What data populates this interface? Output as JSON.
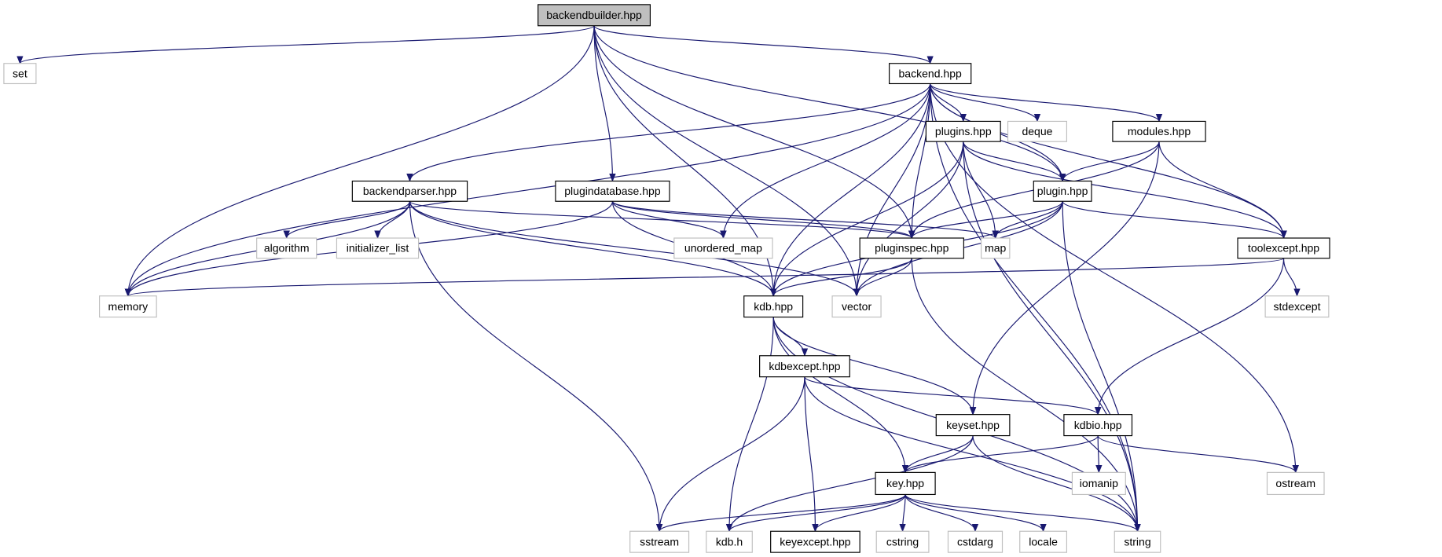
{
  "colors": {
    "edge": "#191970",
    "root_fill": "#bfbfbf",
    "project_border": "#000000",
    "system_border": "#bfbfbf",
    "background": "#ffffff"
  },
  "nodes": [
    {
      "id": "backendbuilder",
      "label": "backendbuilder.hpp",
      "kind": "root"
    },
    {
      "id": "set",
      "label": "set",
      "kind": "system"
    },
    {
      "id": "backend",
      "label": "backend.hpp",
      "kind": "project"
    },
    {
      "id": "plugins",
      "label": "plugins.hpp",
      "kind": "project"
    },
    {
      "id": "deque",
      "label": "deque",
      "kind": "system"
    },
    {
      "id": "modules",
      "label": "modules.hpp",
      "kind": "project"
    },
    {
      "id": "backendparser",
      "label": "backendparser.hpp",
      "kind": "project"
    },
    {
      "id": "plugindatabase",
      "label": "plugindatabase.hpp",
      "kind": "project"
    },
    {
      "id": "plugin",
      "label": "plugin.hpp",
      "kind": "project"
    },
    {
      "id": "algorithm",
      "label": "algorithm",
      "kind": "system"
    },
    {
      "id": "initializer_list",
      "label": "initializer_list",
      "kind": "system"
    },
    {
      "id": "unordered_map",
      "label": "unordered_map",
      "kind": "system"
    },
    {
      "id": "pluginspec",
      "label": "pluginspec.hpp",
      "kind": "project"
    },
    {
      "id": "map",
      "label": "map",
      "kind": "system"
    },
    {
      "id": "toolexcept",
      "label": "toolexcept.hpp",
      "kind": "project"
    },
    {
      "id": "memory",
      "label": "memory",
      "kind": "system"
    },
    {
      "id": "kdbhpp",
      "label": "kdb.hpp",
      "kind": "project"
    },
    {
      "id": "vector",
      "label": "vector",
      "kind": "system"
    },
    {
      "id": "stdexcept",
      "label": "stdexcept",
      "kind": "system"
    },
    {
      "id": "kdbexcept",
      "label": "kdbexcept.hpp",
      "kind": "project"
    },
    {
      "id": "keyset",
      "label": "keyset.hpp",
      "kind": "project"
    },
    {
      "id": "kdbio",
      "label": "kdbio.hpp",
      "kind": "project"
    },
    {
      "id": "key",
      "label": "key.hpp",
      "kind": "project"
    },
    {
      "id": "iomanip",
      "label": "iomanip",
      "kind": "system"
    },
    {
      "id": "ostream",
      "label": "ostream",
      "kind": "system"
    },
    {
      "id": "sstream",
      "label": "sstream",
      "kind": "system"
    },
    {
      "id": "kdbh",
      "label": "kdb.h",
      "kind": "system"
    },
    {
      "id": "keyexcept",
      "label": "keyexcept.hpp",
      "kind": "project"
    },
    {
      "id": "cstring",
      "label": "cstring",
      "kind": "system"
    },
    {
      "id": "cstdarg",
      "label": "cstdarg",
      "kind": "system"
    },
    {
      "id": "locale",
      "label": "locale",
      "kind": "system"
    },
    {
      "id": "string",
      "label": "string",
      "kind": "system"
    }
  ],
  "edges": [
    [
      "backendbuilder",
      "set"
    ],
    [
      "backendbuilder",
      "memory"
    ],
    [
      "backendbuilder",
      "kdbhpp"
    ],
    [
      "backendbuilder",
      "plugindatabase"
    ],
    [
      "backendbuilder",
      "vector"
    ],
    [
      "backendbuilder",
      "backend"
    ],
    [
      "backendbuilder",
      "plugin"
    ],
    [
      "backendbuilder",
      "pluginspec"
    ],
    [
      "backend",
      "memory"
    ],
    [
      "backend",
      "backendparser"
    ],
    [
      "backend",
      "kdbhpp"
    ],
    [
      "backend",
      "unordered_map"
    ],
    [
      "backend",
      "vector"
    ],
    [
      "backend",
      "pluginspec"
    ],
    [
      "backend",
      "plugins"
    ],
    [
      "backend",
      "deque"
    ],
    [
      "backend",
      "modules"
    ],
    [
      "backend",
      "plugin"
    ],
    [
      "backend",
      "toolexcept"
    ],
    [
      "backend",
      "ostream"
    ],
    [
      "backend",
      "string"
    ],
    [
      "plugins",
      "kdbhpp"
    ],
    [
      "plugins",
      "map"
    ],
    [
      "plugins",
      "vector"
    ],
    [
      "plugins",
      "plugin"
    ],
    [
      "plugins",
      "toolexcept"
    ],
    [
      "plugins",
      "string"
    ],
    [
      "modules",
      "pluginspec"
    ],
    [
      "modules",
      "plugin"
    ],
    [
      "modules",
      "keyset"
    ],
    [
      "modules",
      "toolexcept"
    ],
    [
      "backendparser",
      "memory"
    ],
    [
      "backendparser",
      "sstream"
    ],
    [
      "backendparser",
      "algorithm"
    ],
    [
      "backendparser",
      "initializer_list"
    ],
    [
      "backendparser",
      "kdbhpp"
    ],
    [
      "backendparser",
      "vector"
    ],
    [
      "backendparser",
      "pluginspec"
    ],
    [
      "plugindatabase",
      "memory"
    ],
    [
      "plugindatabase",
      "kdbhpp"
    ],
    [
      "plugindatabase",
      "unordered_map"
    ],
    [
      "plugindatabase",
      "pluginspec"
    ],
    [
      "plugindatabase",
      "map"
    ],
    [
      "plugin",
      "pluginspec"
    ],
    [
      "plugin",
      "map"
    ],
    [
      "plugin",
      "kdbhpp"
    ],
    [
      "plugin",
      "vector"
    ],
    [
      "plugin",
      "toolexcept"
    ],
    [
      "plugin",
      "string"
    ],
    [
      "pluginspec",
      "kdbhpp"
    ],
    [
      "pluginspec",
      "vector"
    ],
    [
      "pluginspec",
      "string"
    ],
    [
      "toolexcept",
      "memory"
    ],
    [
      "toolexcept",
      "stdexcept"
    ],
    [
      "toolexcept",
      "kdbio"
    ],
    [
      "kdbhpp",
      "kdbexcept"
    ],
    [
      "kdbhpp",
      "keyset"
    ],
    [
      "kdbhpp",
      "key"
    ],
    [
      "kdbhpp",
      "kdbh"
    ],
    [
      "kdbhpp",
      "string"
    ],
    [
      "kdbexcept",
      "sstream"
    ],
    [
      "kdbexcept",
      "keyexcept"
    ],
    [
      "kdbexcept",
      "kdbio"
    ],
    [
      "kdbexcept",
      "string"
    ],
    [
      "keyset",
      "key"
    ],
    [
      "keyset",
      "kdbh"
    ],
    [
      "keyset",
      "string"
    ],
    [
      "kdbio",
      "key"
    ],
    [
      "kdbio",
      "iomanip"
    ],
    [
      "kdbio",
      "ostream"
    ],
    [
      "key",
      "sstream"
    ],
    [
      "key",
      "kdbh"
    ],
    [
      "key",
      "keyexcept"
    ],
    [
      "key",
      "cstring"
    ],
    [
      "key",
      "cstdarg"
    ],
    [
      "key",
      "locale"
    ],
    [
      "key",
      "string"
    ]
  ]
}
